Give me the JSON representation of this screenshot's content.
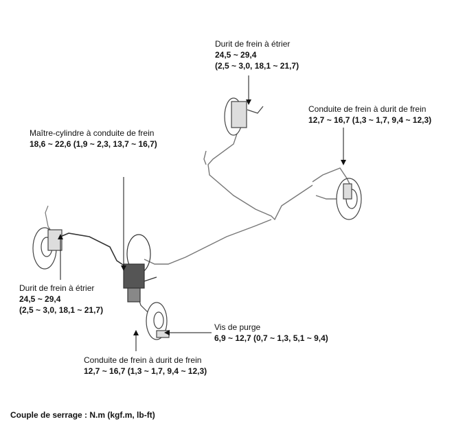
{
  "callouts": [
    {
      "title": "Durit de frein à étrier",
      "value": "24,5 ~ 29,4",
      "value2": "(2,5 ~ 3,0, 18,1 ~ 21,7)"
    },
    {
      "title": "Conduite de frein à durit de frein",
      "value": "12,7 ~ 16,7 (1,3 ~ 1,7, 9,4 ~ 12,3)"
    },
    {
      "title": "Maître-cylindre à conduite de frein",
      "value": "18,6 ~ 22,6 (1,9 ~ 2,3, 13,7 ~ 16,7)"
    },
    {
      "title": "Durit de frein à étrier",
      "value": "24,5 ~ 29,4",
      "value2": "(2,5 ~ 3,0, 18,1 ~ 21,7)"
    },
    {
      "title": "Vis de purge",
      "value": "6,9 ~ 12,7 (0,7 ~ 1,3, 5,1 ~ 9,4)"
    },
    {
      "title": "Conduite de frein à durit de frein",
      "value": "12,7 ~ 16,7 (1,3 ~ 1,7, 9,4 ~ 12,3)"
    }
  ],
  "footer": "Couple de serrage : N.m (kgf.m, lb-ft)"
}
